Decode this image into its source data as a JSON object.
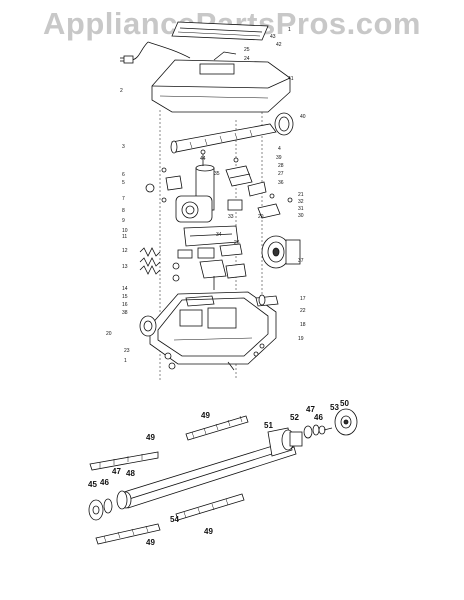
{
  "watermark": "AppliancePartsPros.com",
  "upper_callouts": [
    "1",
    "43",
    "42",
    "25",
    "24",
    "2",
    "41",
    "40",
    "3",
    "44",
    "4",
    "39",
    "35",
    "28",
    "27",
    "36",
    "6",
    "5",
    "7",
    "21",
    "32",
    "31",
    "30",
    "8",
    "34",
    "33",
    "29",
    "9",
    "10",
    "11",
    "14",
    "26",
    "12",
    "13",
    "37",
    "15",
    "16",
    "17",
    "38",
    "22",
    "18",
    "20",
    "19",
    "23",
    "1"
  ],
  "lower_callouts": [
    "50",
    "53",
    "52",
    "47",
    "46",
    "49",
    "51",
    "49",
    "47",
    "48",
    "45",
    "46",
    "54",
    "49",
    "49"
  ]
}
